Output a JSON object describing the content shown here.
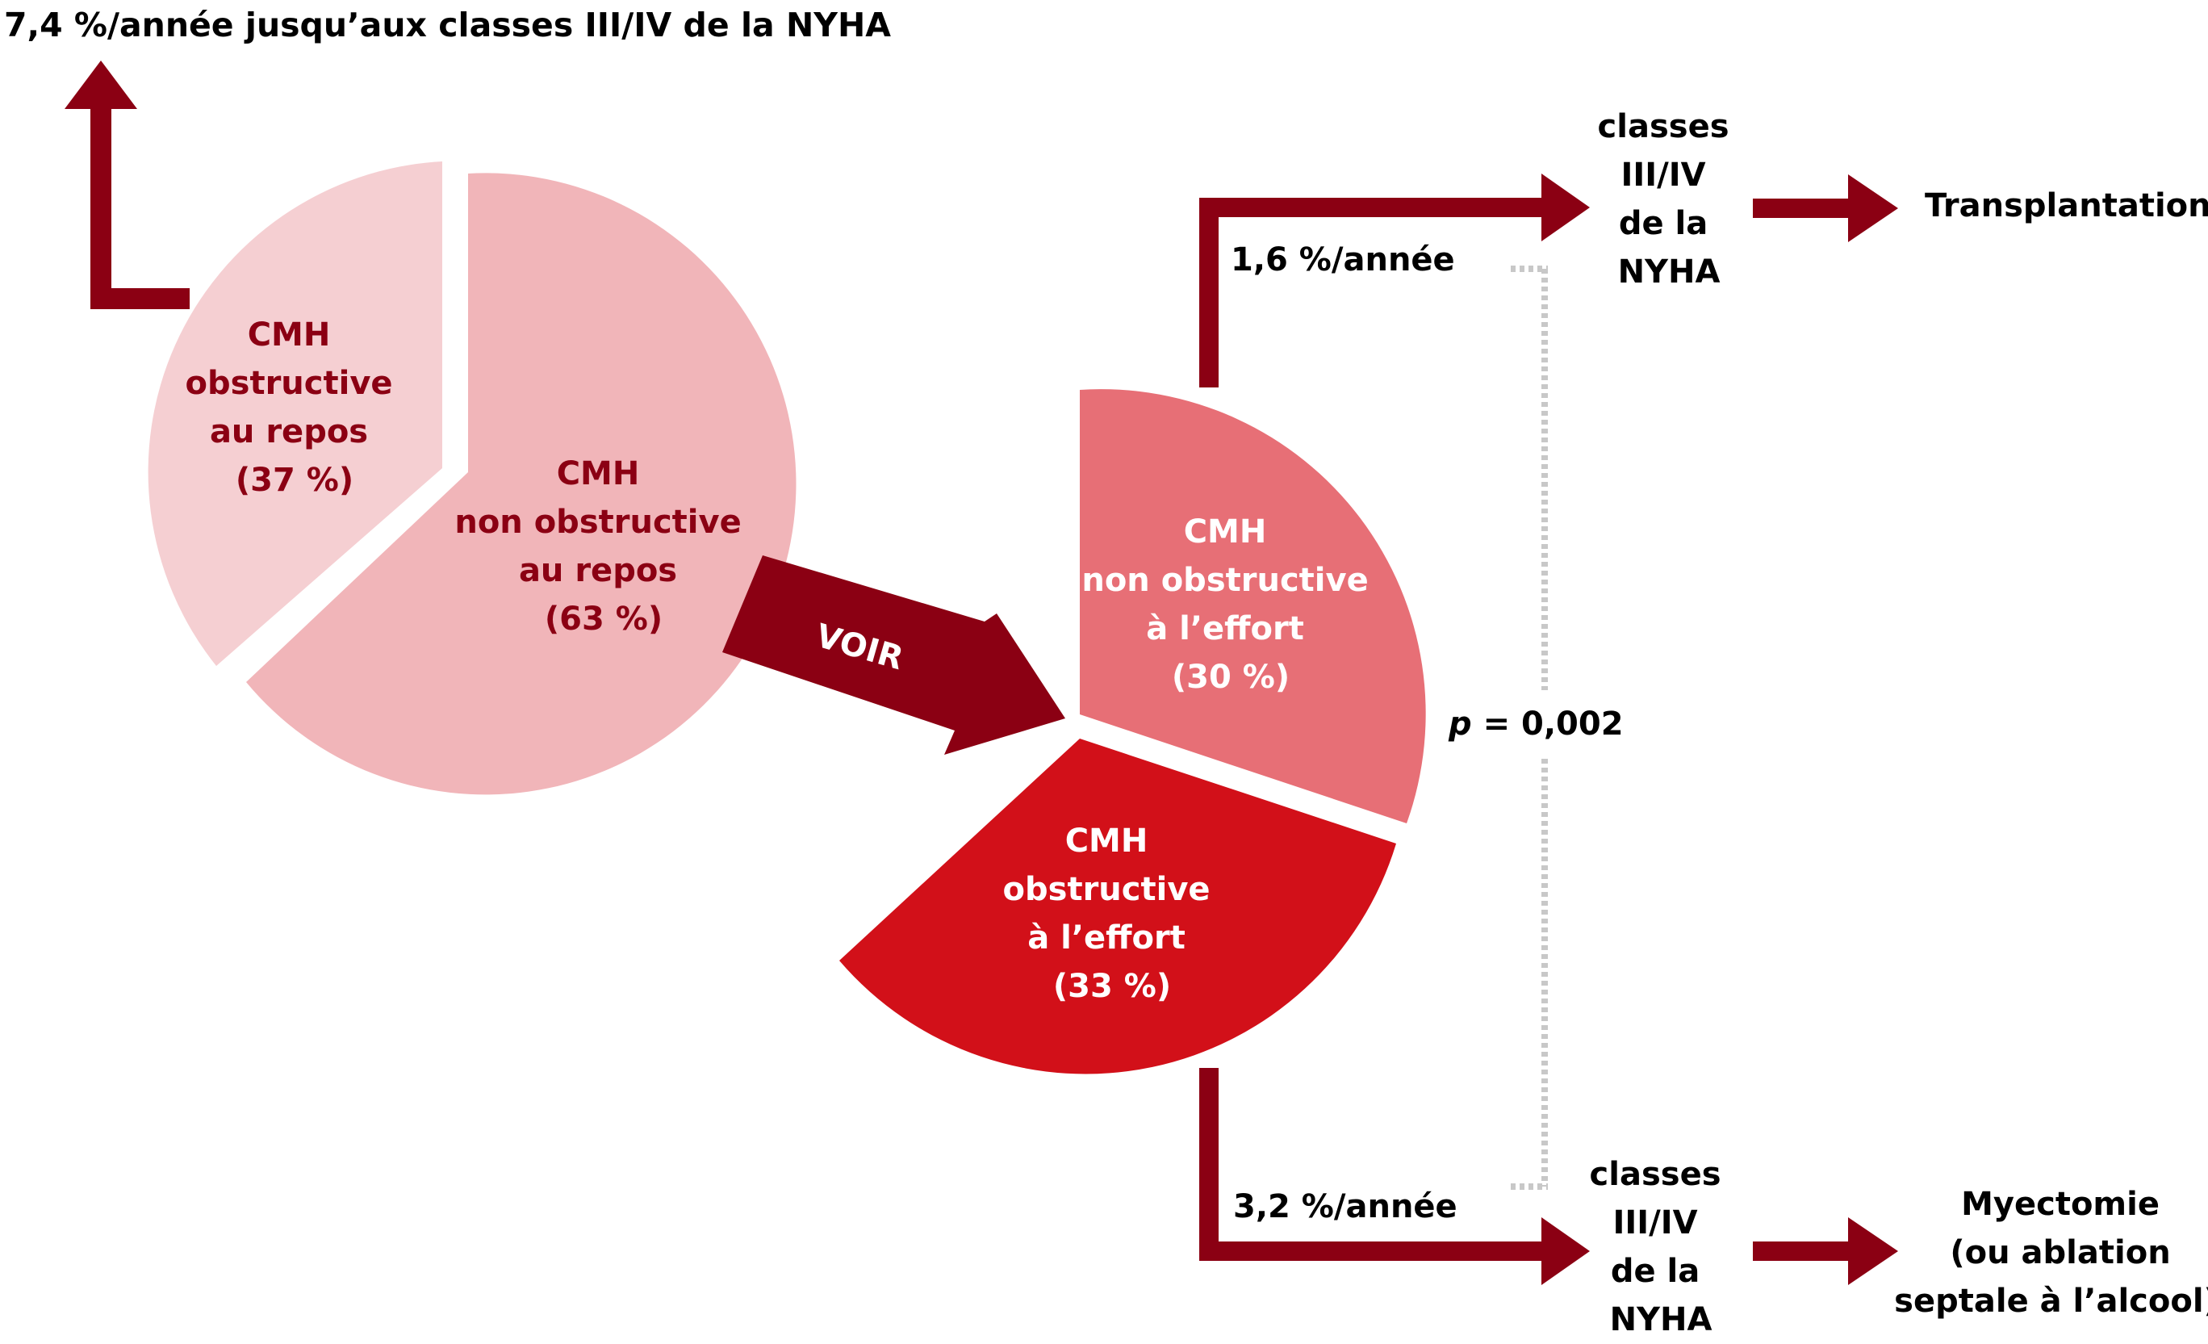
{
  "top_note": "7,4 %/année jusqu’aux classes III/IV de la NYHA",
  "pie_left": {
    "obstructive": {
      "lines": [
        "CMH",
        "obstructive",
        "au repos",
        "(37 %)"
      ],
      "percent": 37
    },
    "non_obstructive": {
      "lines": [
        "CMH",
        "non obstructive",
        "au repos",
        "(63 %)"
      ],
      "percent": 63
    }
  },
  "voir_label": "VOIR",
  "pie_right": {
    "non_obstructive": {
      "lines": [
        "CMH",
        "non obstructive",
        "à l’effort",
        "(30 %)"
      ],
      "percent": 30
    },
    "obstructive": {
      "lines": [
        "CMH",
        "obstructive",
        "à l’effort",
        "(33 %)"
      ],
      "percent": 33
    }
  },
  "top_branch": {
    "rate": "1,6 %/année",
    "nyha_lines": [
      "classes",
      "III/IV",
      "de la",
      "NYHA"
    ],
    "outcome": "Transplantation"
  },
  "bottom_branch": {
    "rate": "3,2 %/année",
    "nyha_lines": [
      "classes",
      "III/IV",
      "de la",
      "NYHA"
    ],
    "outcome_lines": [
      "Myectomie",
      "(ou ablation",
      "septale à l’alcool)"
    ]
  },
  "p_value": {
    "prefix": "p",
    "value": " = 0,002"
  },
  "colors": {
    "dark_red": "#8b0013",
    "light_pink": "#f5cfd2",
    "mid_pink": "#f1b5b9",
    "salmon": "#e76f76",
    "bright_red": "#d21019",
    "dotted_gray": "#c8c8c8"
  }
}
